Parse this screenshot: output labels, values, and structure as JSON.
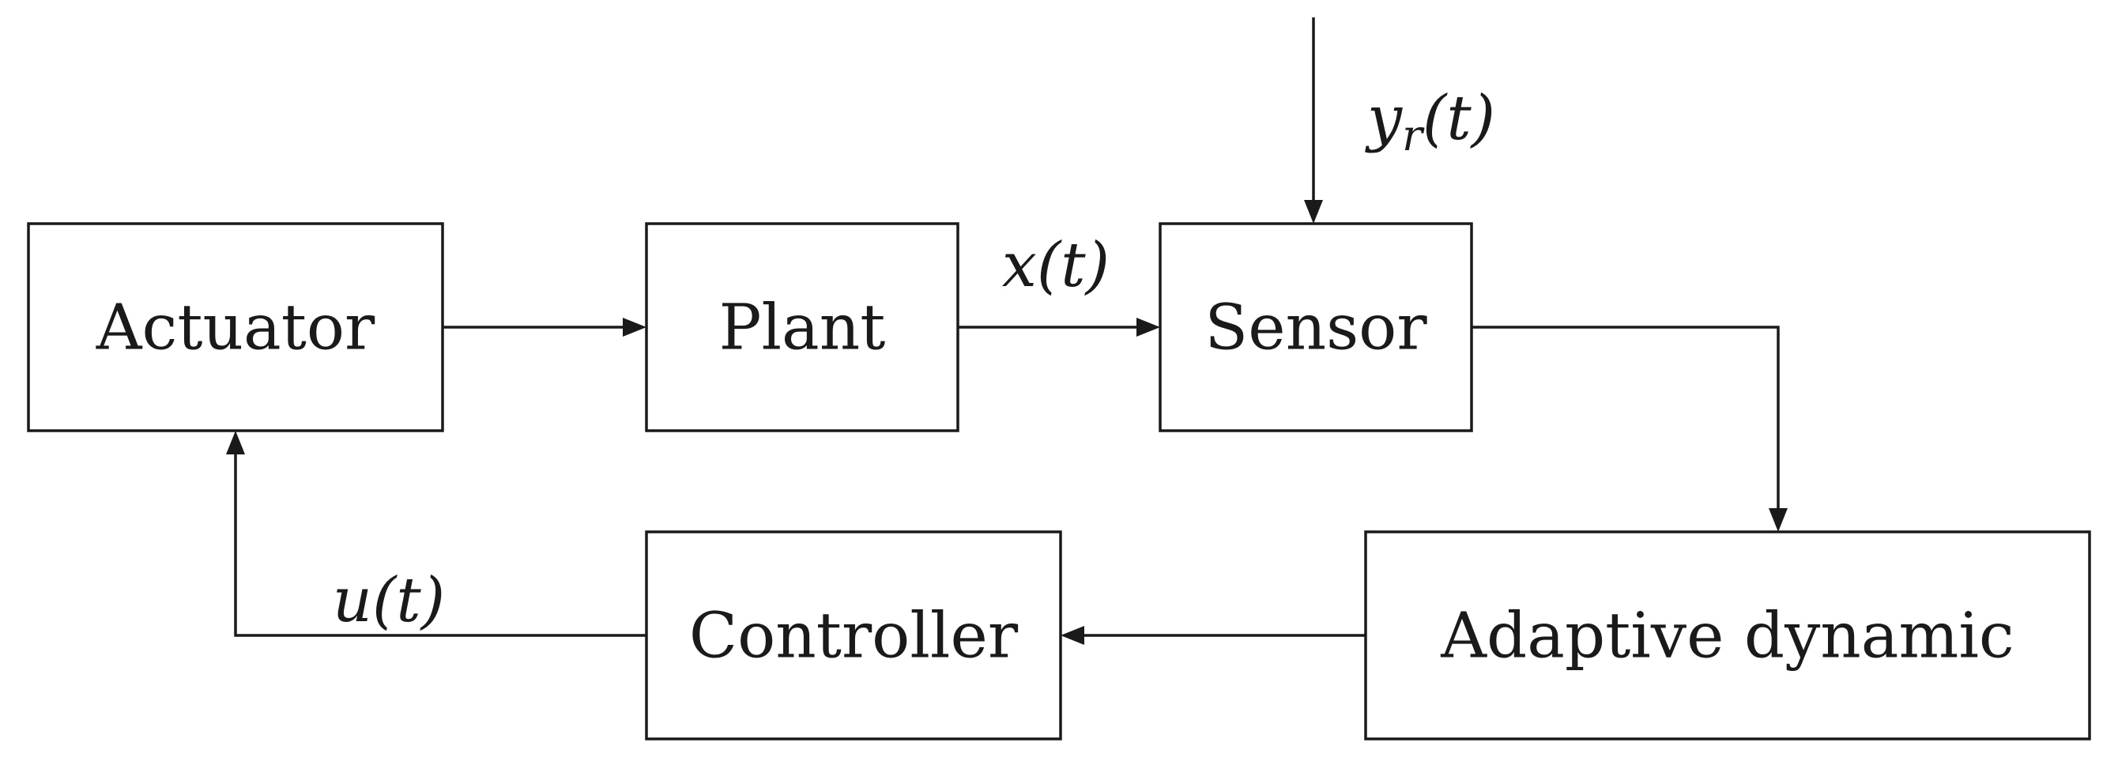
{
  "blocks": {
    "actuator": "Actuator",
    "plant": "Plant",
    "sensor": "Sensor",
    "adaptive_dynamic": "Adaptive dynamic",
    "controller": "Controller"
  },
  "signals": {
    "x": "x(t)",
    "u": "u(t)",
    "y_r_base": "y",
    "y_r_sub": "r",
    "y_r_arg": "(t)"
  }
}
